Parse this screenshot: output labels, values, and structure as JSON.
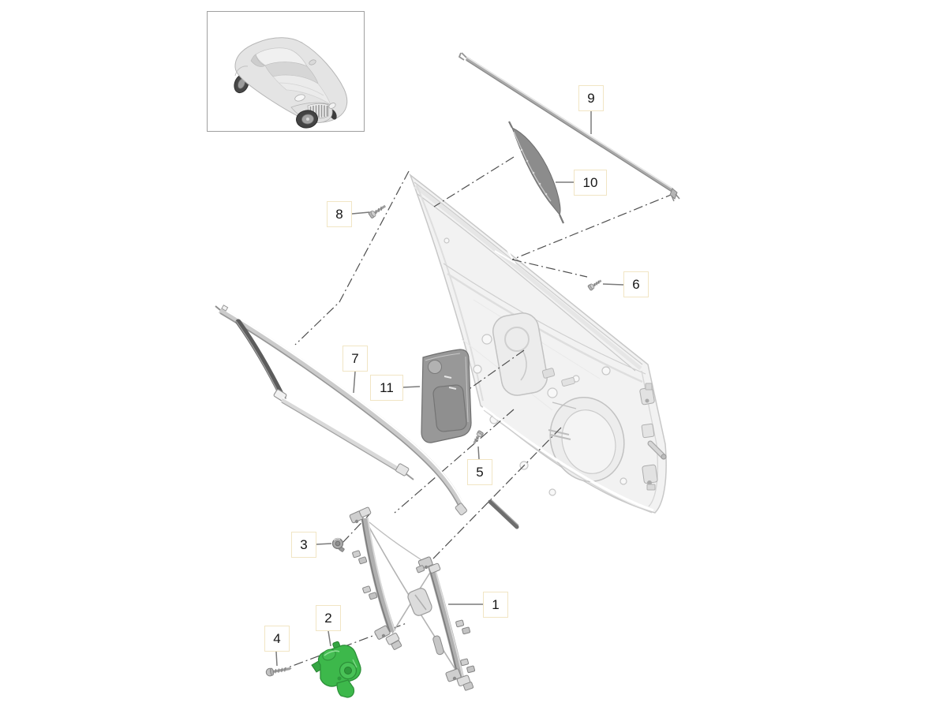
{
  "figure": {
    "type": "exploded-parts-diagram",
    "colors": {
      "background": "#ffffff",
      "part_highlight": "#3db84b",
      "callout_box_border": "#f1e5c4",
      "guide_line": "#4f4f4f"
    }
  },
  "callouts": [
    {
      "label": "1"
    },
    {
      "label": "2"
    },
    {
      "label": "3"
    },
    {
      "label": "4"
    },
    {
      "label": "5"
    },
    {
      "label": "6"
    },
    {
      "label": "7"
    },
    {
      "label": "8"
    },
    {
      "label": "9"
    },
    {
      "label": "10"
    },
    {
      "label": "11"
    }
  ]
}
